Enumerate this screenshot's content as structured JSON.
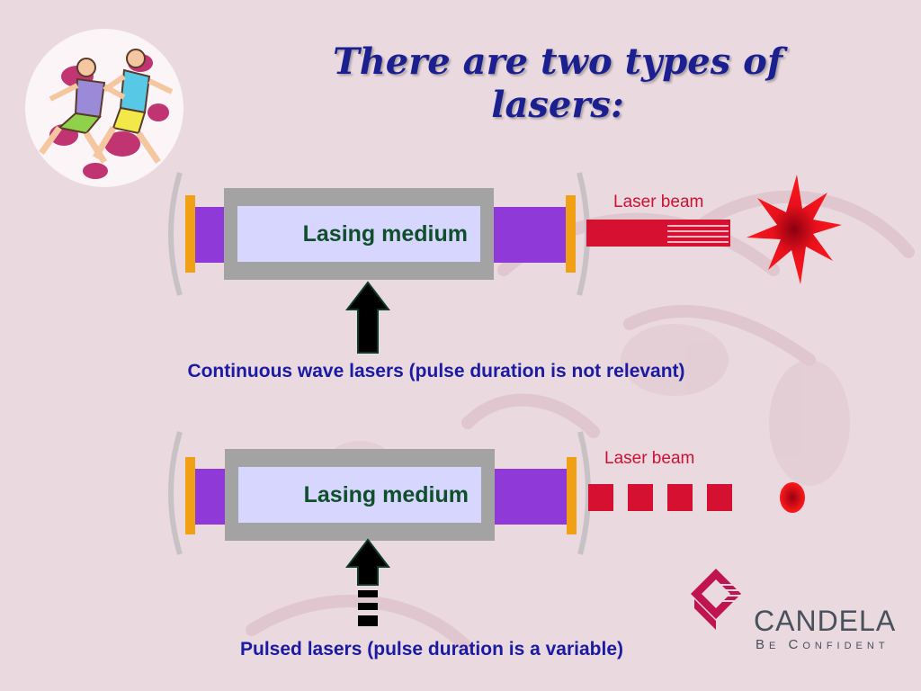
{
  "title": {
    "line1": "There are two types of",
    "line2": "lasers:"
  },
  "continuous": {
    "medium_label": "Lasing medium",
    "beam_label": "Laser beam",
    "caption": "Continuous wave lasers (pulse duration is not relevant)"
  },
  "pulsed": {
    "medium_label": "Lasing medium",
    "beam_label": "Laser beam",
    "caption": "Pulsed lasers (pulse duration is a variable)"
  },
  "logo": {
    "brand": "CANDELA",
    "tagline": "Be Confident"
  },
  "colors": {
    "background": "#ead9df",
    "title": "#1b1f8f",
    "caption": "#1a1aa3",
    "beam": "#d61030",
    "medium_text": "#0f4f2b"
  }
}
